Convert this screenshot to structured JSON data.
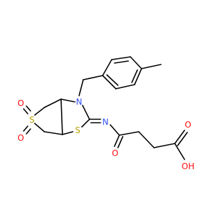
{
  "colors": {
    "bond": "#000000",
    "nitrogen": "#3050F8",
    "oxygen": "#FF0D0D",
    "sulfur": "#B5A000",
    "background": "#ffffff"
  },
  "atoms": {
    "n_ring": "N",
    "n_imine": "N",
    "s_thiazole": "S",
    "s_sulfone": "S",
    "o_sulfone_top": "O",
    "o_sulfone_bottom": "O",
    "o_amide": "O",
    "oh_acid": "OH",
    "o_acid_carbonyl": "O"
  }
}
